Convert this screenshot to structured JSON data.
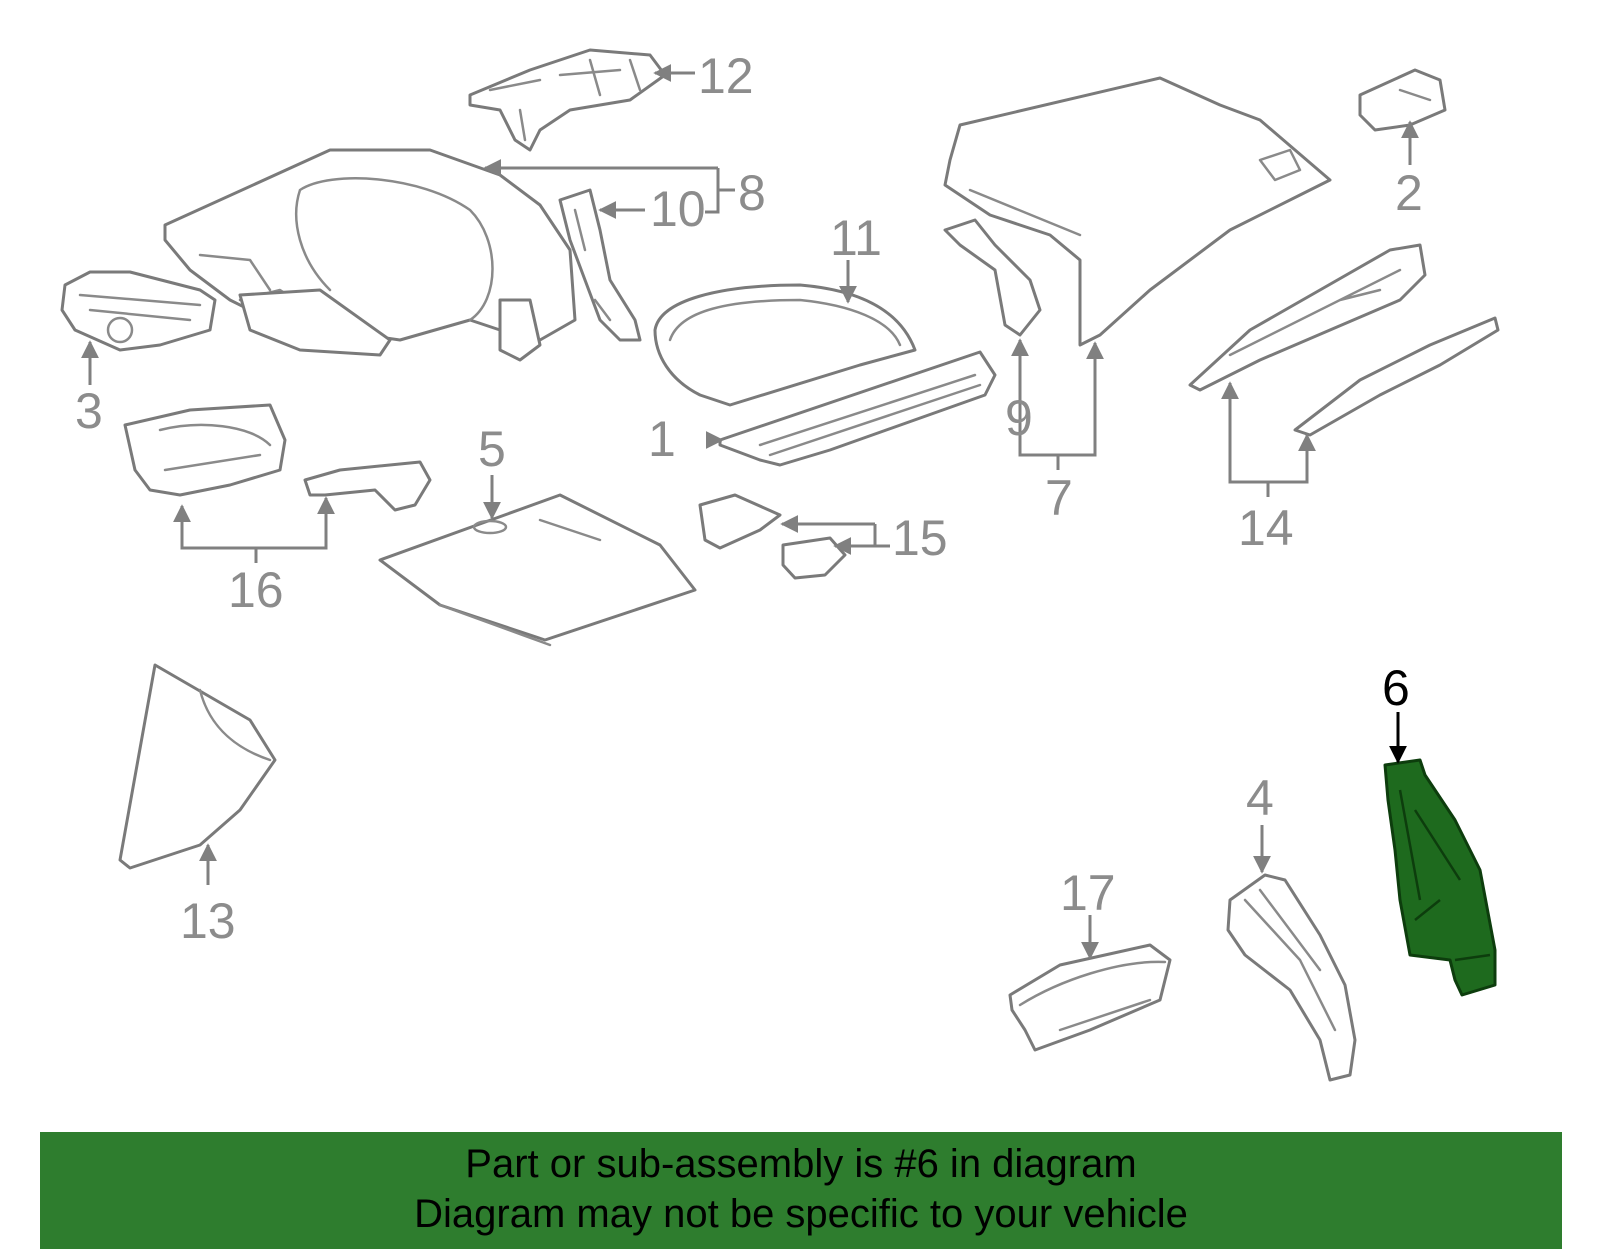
{
  "callouts": {
    "c1": "1",
    "c2": "2",
    "c3": "3",
    "c4": "4",
    "c5": "5",
    "c6": "6",
    "c7": "7",
    "c8": "8",
    "c9": "9",
    "c10": "10",
    "c11": "11",
    "c12": "12",
    "c13": "13",
    "c14": "14",
    "c15": "15",
    "c16": "16",
    "c17": "17"
  },
  "highlight": {
    "part": "6",
    "color": "#2e7d2e"
  },
  "banner": {
    "line1": "Part or sub-assembly is #6 in diagram",
    "line2": "Diagram may not be specific to your vehicle",
    "background": "#2e7d2e"
  }
}
